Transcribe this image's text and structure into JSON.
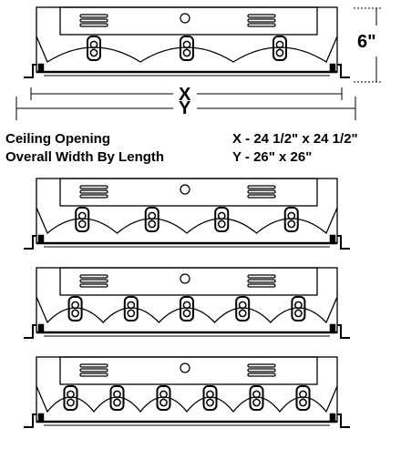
{
  "dimensions": {
    "height_label": "6\"",
    "x_label": "X",
    "y_label": "Y"
  },
  "specs": {
    "label_line1": "Ceiling Opening",
    "label_line2": "Overall Width By Length",
    "value_line1": "X - 24 1/2\" x 24 1/2\"",
    "value_line2": "Y - 26\" x 26\""
  },
  "variants": [
    {
      "lamps": 3
    },
    {
      "lamps": 4
    },
    {
      "lamps": 5
    },
    {
      "lamps": 6
    }
  ],
  "colors": {
    "line": "#000000",
    "background": "#ffffff"
  }
}
